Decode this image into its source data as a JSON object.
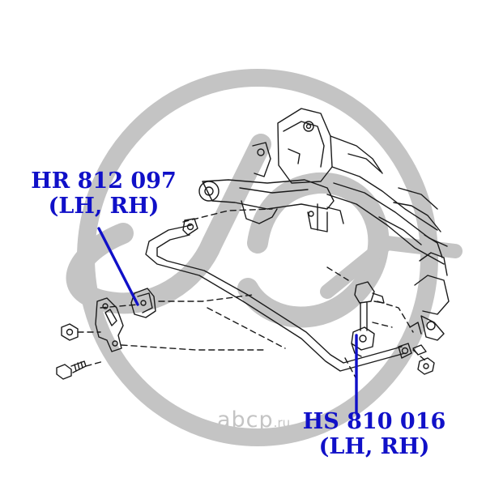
{
  "watermark": {
    "brand_text": "abcp",
    "domain_text": ".ru"
  },
  "callouts": [
    {
      "part_number": "HR 812 097",
      "sides": "(LH, RH)"
    },
    {
      "part_number": "HS 810 016",
      "sides": "(LH, RH)"
    }
  ],
  "colors": {
    "callout_text": "#1010c8",
    "leader_line": "#1010c8",
    "drawing_line": "#1a1a1a",
    "watermark": "#c4c4c4"
  }
}
